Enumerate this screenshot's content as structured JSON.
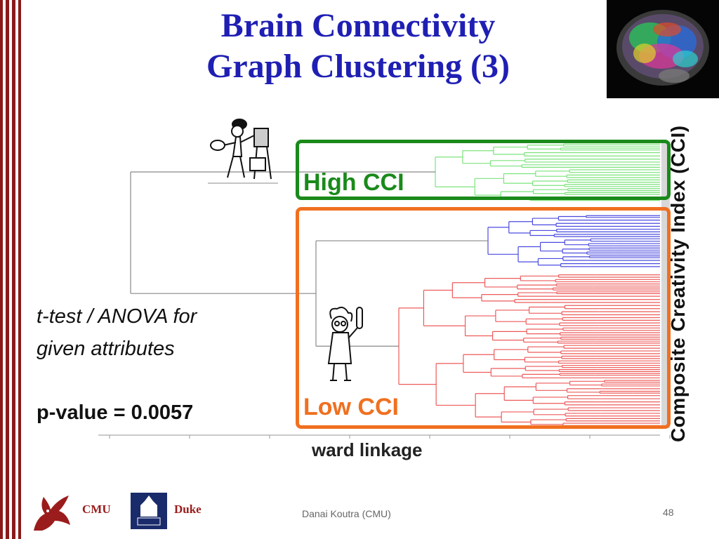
{
  "slide": {
    "title_line1": "Brain Connectivity",
    "title_line2": "Graph Clustering (3)",
    "high_label": "High CCI",
    "low_label": "Low CCI",
    "cci_axis_label": "Composite Creativity Index (CCI)",
    "ttest_line1": "t-test / ANOVA for",
    "ttest_line2": "given attributes",
    "pvalue": "p-value = 0.0057",
    "x_axis_label": "ward linkage"
  },
  "footer": {
    "cmu": "CMU",
    "duke": "Duke",
    "author": "Danai Koutra (CMU)",
    "page": "48"
  },
  "colors": {
    "title": "#1f1fb4",
    "high": "#1a8a1a",
    "low": "#f07020",
    "cluster_green": "#7be37b",
    "cluster_blue": "#4a4ae0",
    "cluster_red": "#ee5a5a",
    "stripe": "#8b1a1a"
  }
}
